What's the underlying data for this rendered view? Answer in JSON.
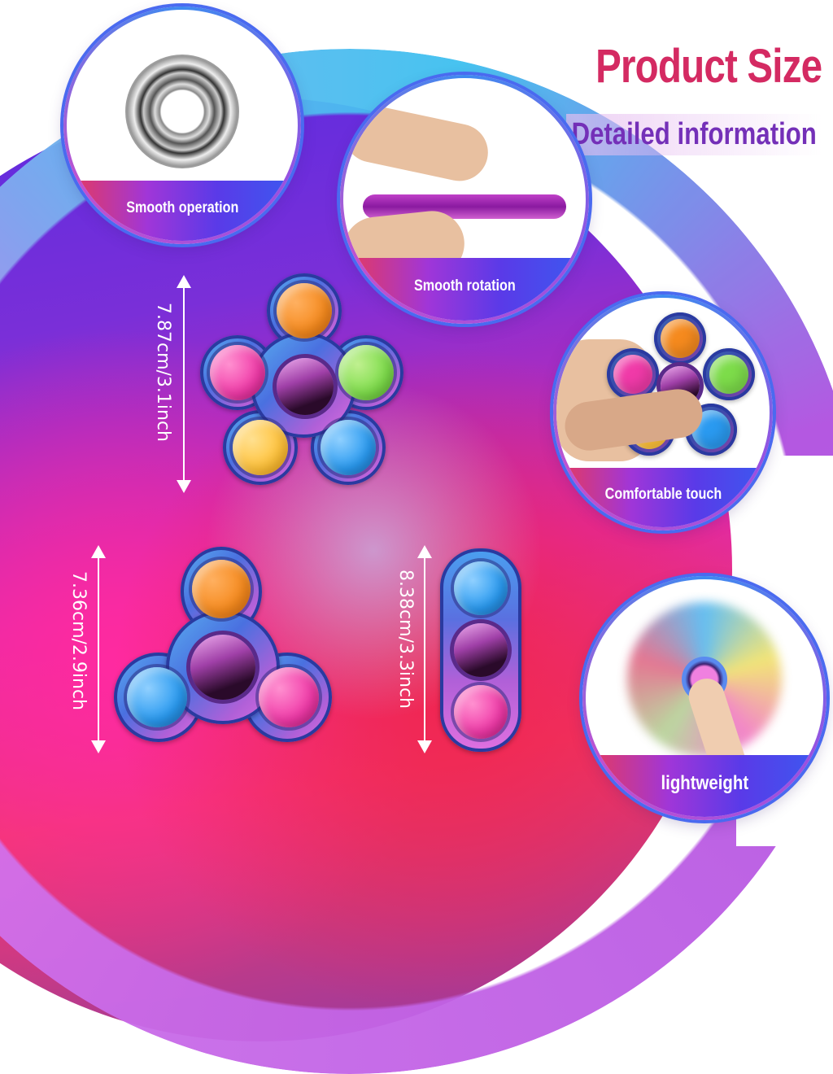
{
  "header": {
    "title": "Product Size",
    "subtitle": "Detailed information"
  },
  "colors": {
    "title": "#d42a62",
    "subtitle": "#7430b8",
    "band_gradient": [
      "#e83a5a",
      "#a036d8",
      "#3a5af0"
    ],
    "button_orange": "#f58a1e",
    "button_green": "#7ddc4a",
    "button_pink": "#f03aa8",
    "button_yellow": "#ffc23a",
    "button_blue": "#2a9af0"
  },
  "features": [
    {
      "label": "Smooth operation",
      "icon": "ball-bearing"
    },
    {
      "label": "Smooth rotation",
      "icon": "spinner-side-view"
    },
    {
      "label": "Comfortable touch",
      "icon": "spinner-in-hand"
    },
    {
      "label": "lightweight",
      "icon": "spinning-spinner"
    }
  ],
  "products": [
    {
      "name": "five-button-spinner",
      "size": "7.87cm/3.1inch",
      "buttons": [
        "orange",
        "green",
        "blue",
        "yellow",
        "pink"
      ]
    },
    {
      "name": "three-button-spinner",
      "size": "7.36cm/2.9inch",
      "buttons": [
        "orange",
        "pink",
        "blue"
      ]
    },
    {
      "name": "two-button-bar-spinner",
      "size": "8.38cm/3.3inch",
      "buttons": [
        "blue",
        "pink"
      ]
    }
  ]
}
